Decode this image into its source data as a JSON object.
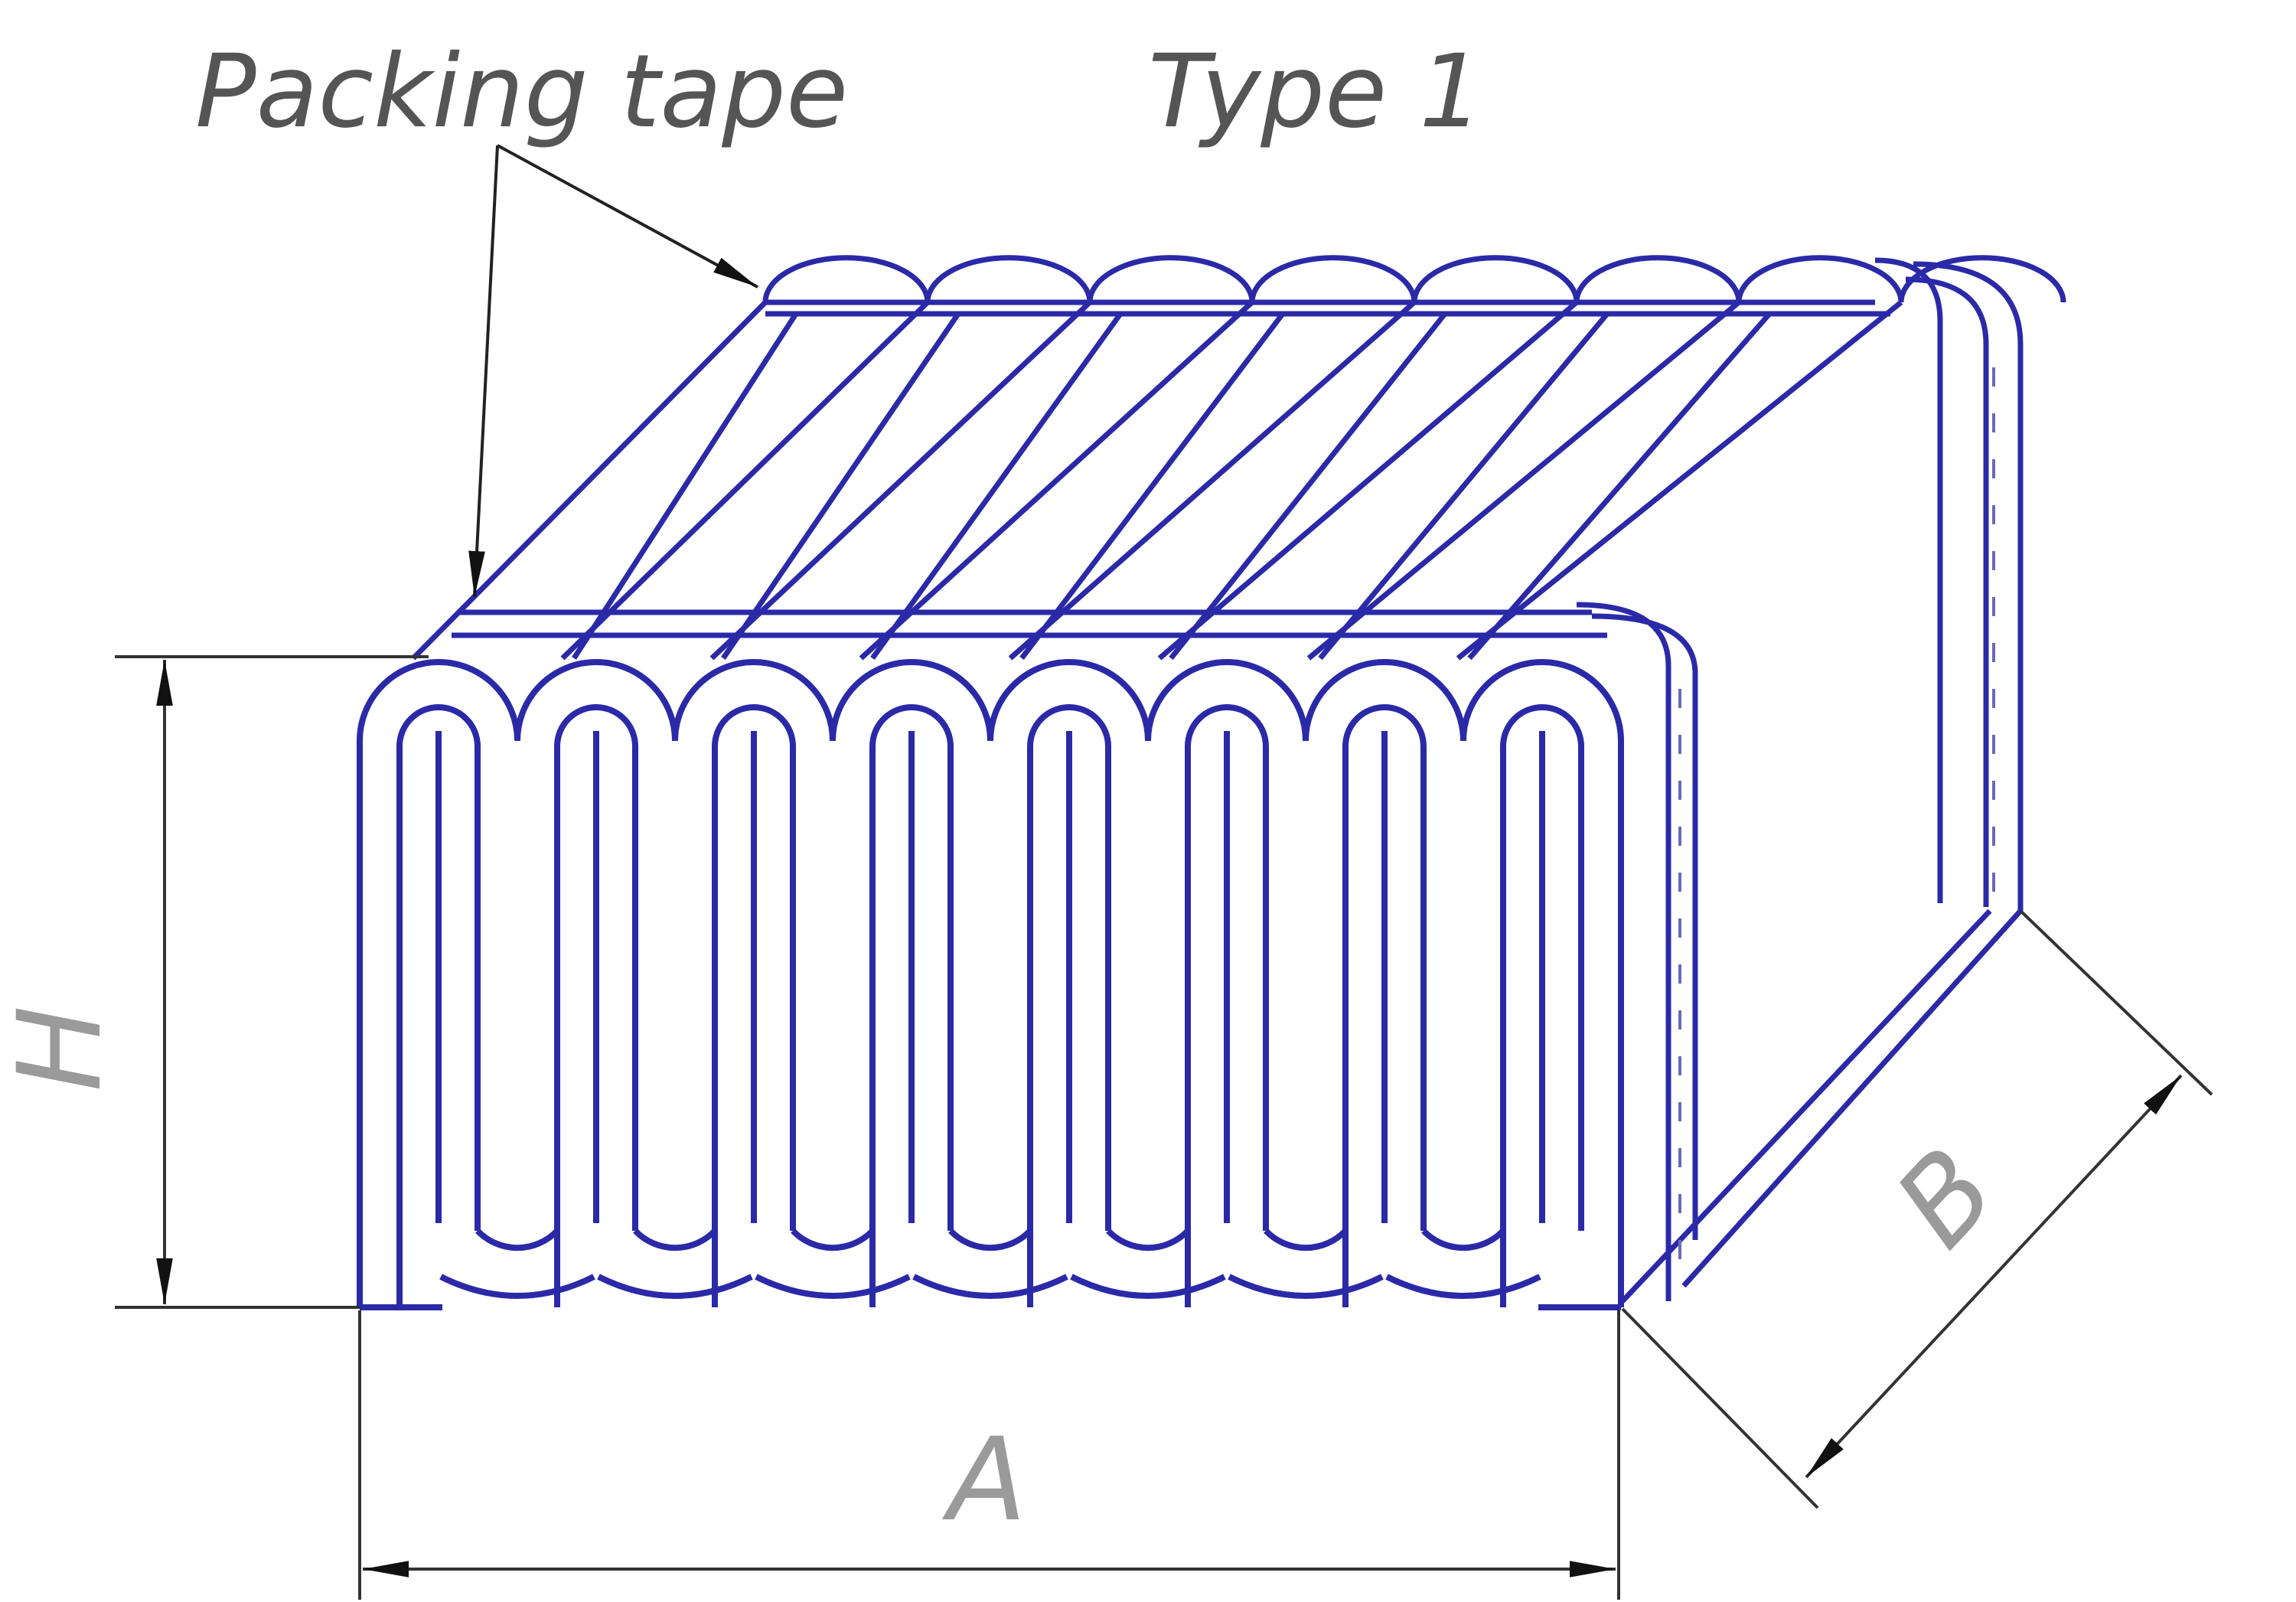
{
  "labels": {
    "packing_tape": "Packing tape",
    "type": "Type 1"
  },
  "dimensions": {
    "height": "H",
    "width": "A",
    "depth": "B"
  },
  "colors": {
    "coil": "#2a2aa8",
    "dimension": "#333333",
    "background": "#ffffff"
  }
}
